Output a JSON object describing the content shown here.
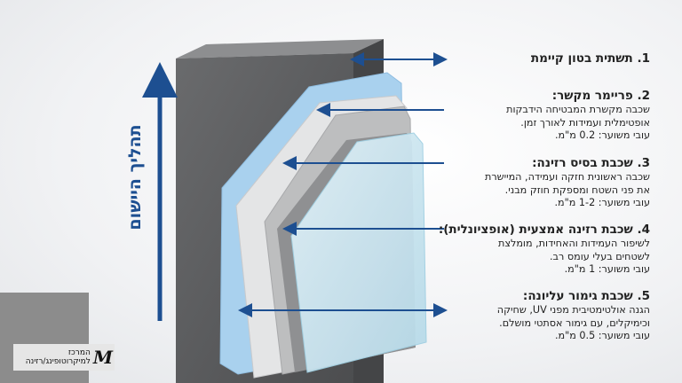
{
  "vertical_title": "תהליך היישום",
  "layers": [
    {
      "title": "1. תשתית בטון קיימת",
      "lines": []
    },
    {
      "title": "2. פריימר מקשר:",
      "lines": [
        "שכבה מקשרת המבטיחה הידבקות",
        "אופטימלית ועמידות לאורך זמן.",
        "עובי משוער: 0.2 מ\"מ."
      ]
    },
    {
      "title": "3. שכבת בסיס רזינה:",
      "lines": [
        "שכבה ראשונית חזקה ועמידה, המיישרת",
        "את פני השטח ומספקת חוזק מבני.",
        "עובי משוער: 1-2 מ\"מ."
      ]
    },
    {
      "title": "4. שכבת רזינה אמצעית (אופציונלית):",
      "lines": [
        "לשיפור העמידות והאחידות, מומלצת",
        "לשטחים בעלי עומס רב.",
        "עובי משוער: 1 מ\"מ."
      ]
    },
    {
      "title": "5. שכבת גימור עליונה:",
      "lines": [
        "הגנה אולטימטיבית מפני UV, שחיקה",
        "וכימיקלים, עם גימור אסתטי מושלם.",
        "עובי משוער: 0.5 מ\"מ."
      ]
    }
  ],
  "logo": {
    "mark": "M",
    "line1": "המרכז",
    "line2": "למיקרוטופינג/רזינה"
  },
  "colors": {
    "accent": "#1d4f91",
    "concrete": "#5f6062",
    "primer": "#a9d1ee",
    "glass": "#cfe8f3"
  }
}
